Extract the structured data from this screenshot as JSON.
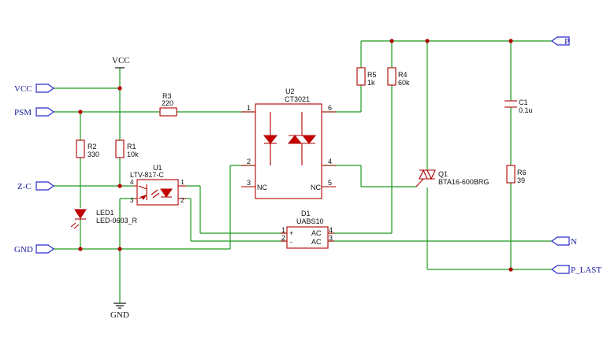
{
  "ports": {
    "vcc": "VCC",
    "psm": "PSM",
    "zc": "Z-C",
    "gnd": "GND",
    "p": "P",
    "n": "N",
    "p_last": "P_LAST"
  },
  "power": {
    "vcc_top": "VCC",
    "gnd_bottom": "GND"
  },
  "components": {
    "r1": {
      "ref": "R1",
      "value": "10k"
    },
    "r2": {
      "ref": "R2",
      "value": "330"
    },
    "r3": {
      "ref": "R3",
      "value": "220"
    },
    "r4": {
      "ref": "R4",
      "value": "60k"
    },
    "r5": {
      "ref": "R5",
      "value": "1k"
    },
    "r6": {
      "ref": "R6",
      "value": "39"
    },
    "c1": {
      "ref": "C1",
      "value": "0.1u"
    },
    "led1": {
      "ref": "LED1",
      "value": "LED-0603_R"
    },
    "u1": {
      "ref": "U1",
      "value": "LTV-817-C",
      "pins": [
        "4",
        "3",
        "1",
        "2"
      ]
    },
    "u2": {
      "ref": "U2",
      "value": "CT3021",
      "pins": [
        "1",
        "2",
        "3",
        "6",
        "4",
        "5"
      ],
      "nc_left": "NC",
      "nc_right": "NC"
    },
    "d1": {
      "ref": "D1",
      "value": "UABS10",
      "pins": [
        "1",
        "2",
        "4",
        "3"
      ],
      "plus": "+",
      "minus": "-",
      "ac1": "AC",
      "ac2": "AC"
    },
    "q1": {
      "ref": "Q1",
      "value": "BTA16-600BRG"
    }
  },
  "colors": {
    "wire": "#1f9b1f",
    "part": "#b00000",
    "port": "#2a2acc"
  }
}
